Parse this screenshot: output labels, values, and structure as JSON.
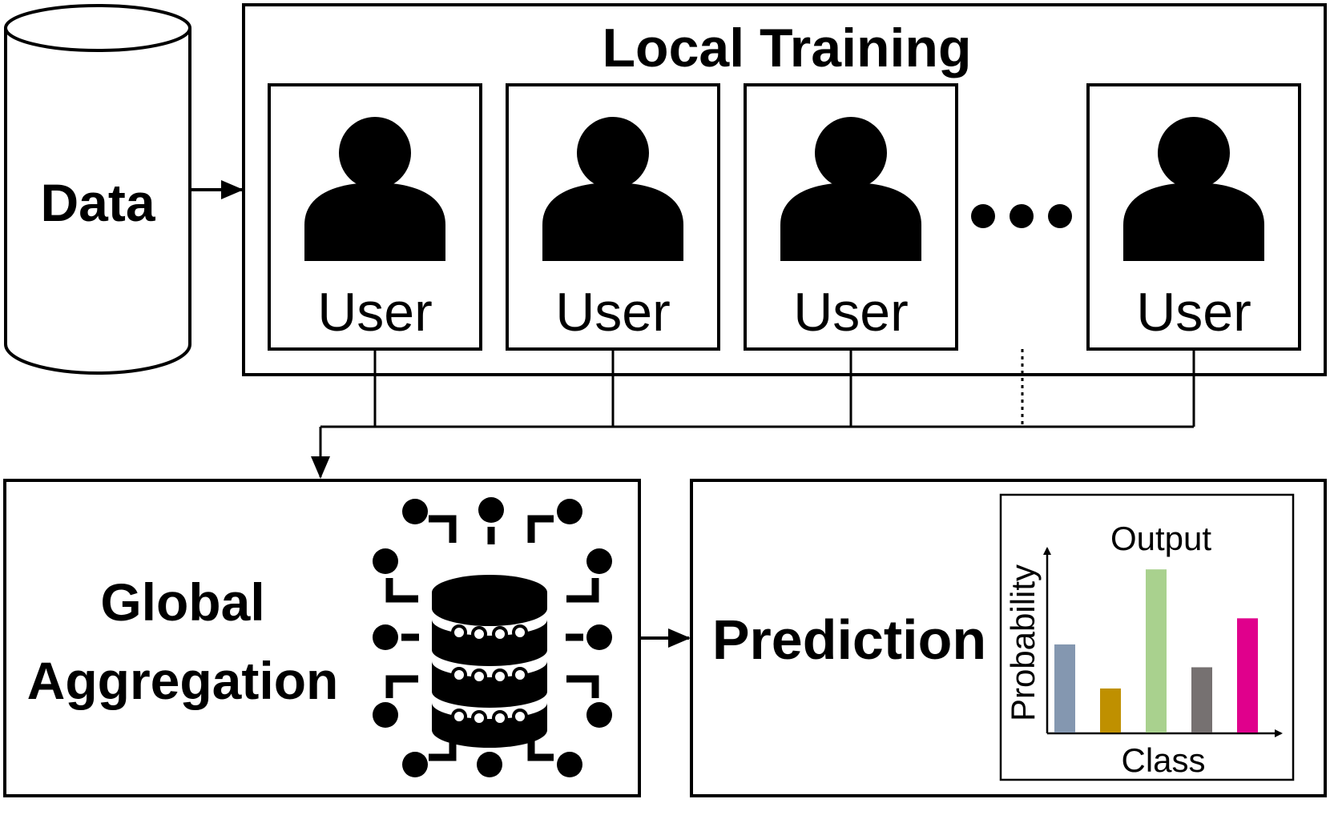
{
  "data_store": {
    "label": "Data"
  },
  "local_training": {
    "title": "Local Training",
    "users": [
      {
        "label": "User"
      },
      {
        "label": "User"
      },
      {
        "label": "User"
      },
      {
        "label": "User"
      }
    ]
  },
  "global_aggregation": {
    "line1": "Global",
    "line2": "Aggregation"
  },
  "prediction": {
    "label": "Prediction"
  },
  "chart_data": {
    "type": "bar",
    "title": "Output",
    "xlabel": "Class",
    "ylabel": "Probability",
    "categories": [
      "",
      "",
      "",
      "",
      ""
    ],
    "values": [
      0.54,
      0.27,
      1.0,
      0.4,
      0.7
    ],
    "ylim": [
      0,
      1.05
    ],
    "grid": false,
    "colors": [
      "#8497b0",
      "#bf9000",
      "#a9d18e",
      "#767171",
      "#e0008c"
    ]
  },
  "colors": {
    "stroke": "#000000",
    "background": "#ffffff"
  }
}
